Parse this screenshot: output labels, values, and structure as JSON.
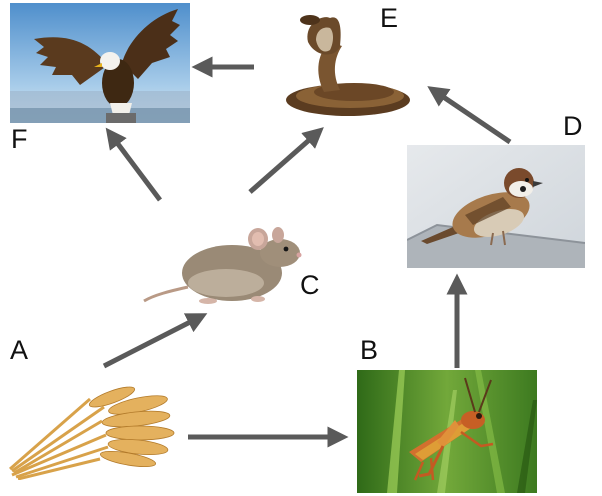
{
  "labels": {
    "a": "A",
    "b": "B",
    "c": "C",
    "d": "D",
    "e": "E",
    "f": "F"
  },
  "organisms": {
    "a": "wheat-icon",
    "b": "grasshopper-icon",
    "c": "mouse-icon",
    "d": "sparrow-icon",
    "e": "cobra-icon",
    "f": "eagle-icon"
  },
  "colors": {
    "arrow": "#5a5a5a",
    "sky": "#6ea8d8",
    "grass": "#4f8f2a"
  }
}
